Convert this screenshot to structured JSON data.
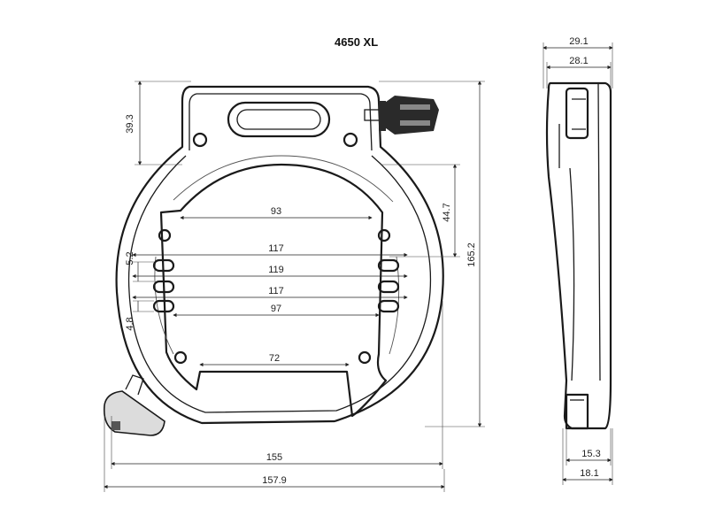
{
  "title": "4650 XL",
  "dimensions": {
    "d_393": "39.3",
    "d_447": "44.7",
    "d_1652": "165.2",
    "d_93": "93",
    "d_117a": "117",
    "d_119": "119",
    "d_117b": "117",
    "d_97": "97",
    "d_72": "72",
    "d_52": "5.2",
    "d_48": "4.8",
    "d_155": "155",
    "d_1579": "157.9",
    "d_291": "29.1",
    "d_281": "28.1",
    "d_153": "15.3",
    "d_181": "18.1"
  },
  "colors": {
    "outline": "#1a1a1a",
    "dimension": "#222222",
    "background": "#ffffff"
  }
}
